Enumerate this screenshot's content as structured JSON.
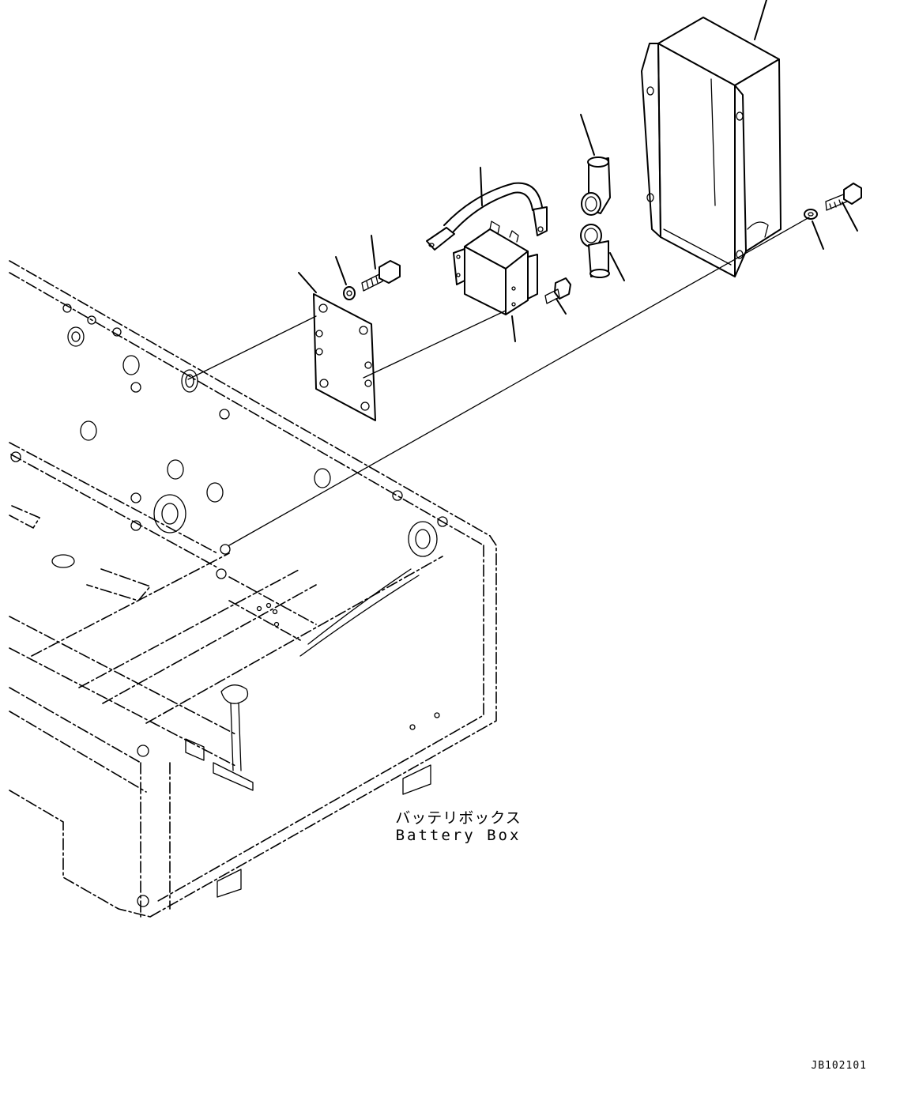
{
  "caption": {
    "japanese": "バッテリボックス",
    "english": "Battery Box"
  },
  "drawing_code": "JB102101",
  "parts": [
    {
      "name": "battery-cover",
      "icon": "cover-box-icon"
    },
    {
      "name": "bolt",
      "icon": "bolt-icon"
    },
    {
      "name": "washer",
      "icon": "washer-icon"
    },
    {
      "name": "pipe-elbow-upper",
      "icon": "elbow-icon"
    },
    {
      "name": "pipe-elbow-lower",
      "icon": "elbow-icon"
    },
    {
      "name": "cable",
      "icon": "cable-icon"
    },
    {
      "name": "relay",
      "icon": "relay-icon"
    },
    {
      "name": "relay-bolt",
      "icon": "bolt-icon"
    },
    {
      "name": "bracket-plate",
      "icon": "plate-icon"
    },
    {
      "name": "plate-washer",
      "icon": "washer-icon"
    },
    {
      "name": "plate-bolt",
      "icon": "bolt-icon"
    }
  ]
}
